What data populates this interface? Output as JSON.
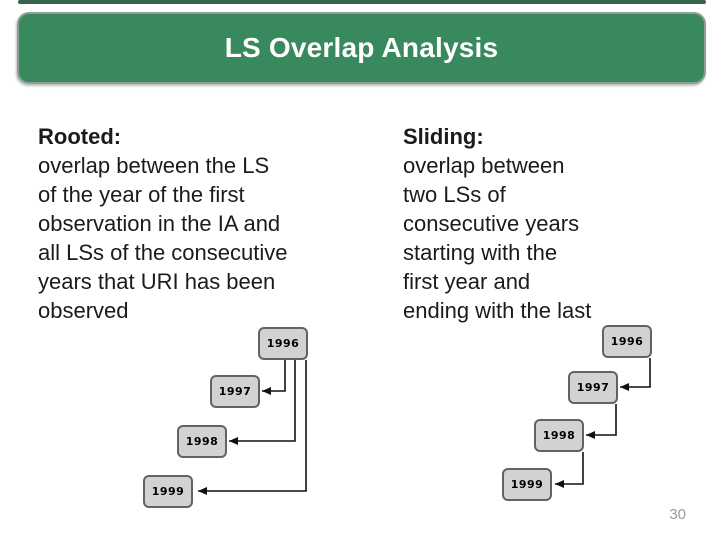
{
  "slide": {
    "title": "LS Overlap Analysis",
    "page_number": "30"
  },
  "columns": {
    "rooted": {
      "heading": "Rooted:",
      "lines": [
        "overlap between the LS",
        "of the year of the first",
        "observation in the IA and",
        "all LSs of the consecutive",
        "years that URI has been",
        "observed"
      ]
    },
    "sliding": {
      "heading": "Sliding:",
      "lines": [
        "overlap between",
        "two LSs of",
        "consecutive years",
        "starting with the",
        "first year and",
        "ending with the last"
      ]
    }
  },
  "diagrams": {
    "rooted": {
      "years": [
        "1996",
        "1997",
        "1998",
        "1999"
      ],
      "arrows": [
        {
          "from": "1996",
          "to": "1997"
        },
        {
          "from": "1996",
          "to": "1998"
        },
        {
          "from": "1996",
          "to": "1999"
        }
      ]
    },
    "sliding": {
      "years": [
        "1996",
        "1997",
        "1998",
        "1999"
      ],
      "arrows": [
        {
          "from": "1996",
          "to": "1997"
        },
        {
          "from": "1997",
          "to": "1998"
        },
        {
          "from": "1998",
          "to": "1999"
        }
      ]
    }
  },
  "colors": {
    "title_bg": "#39895e",
    "title_border": "#8f9f97",
    "title_text": "#ffffff",
    "accent_strip": "#35634c",
    "box_fill": "#d2d2d2",
    "box_border": "#636363",
    "arrow": "#111111",
    "text": "#1b1b1b",
    "page_number": "#9b9b9b"
  }
}
